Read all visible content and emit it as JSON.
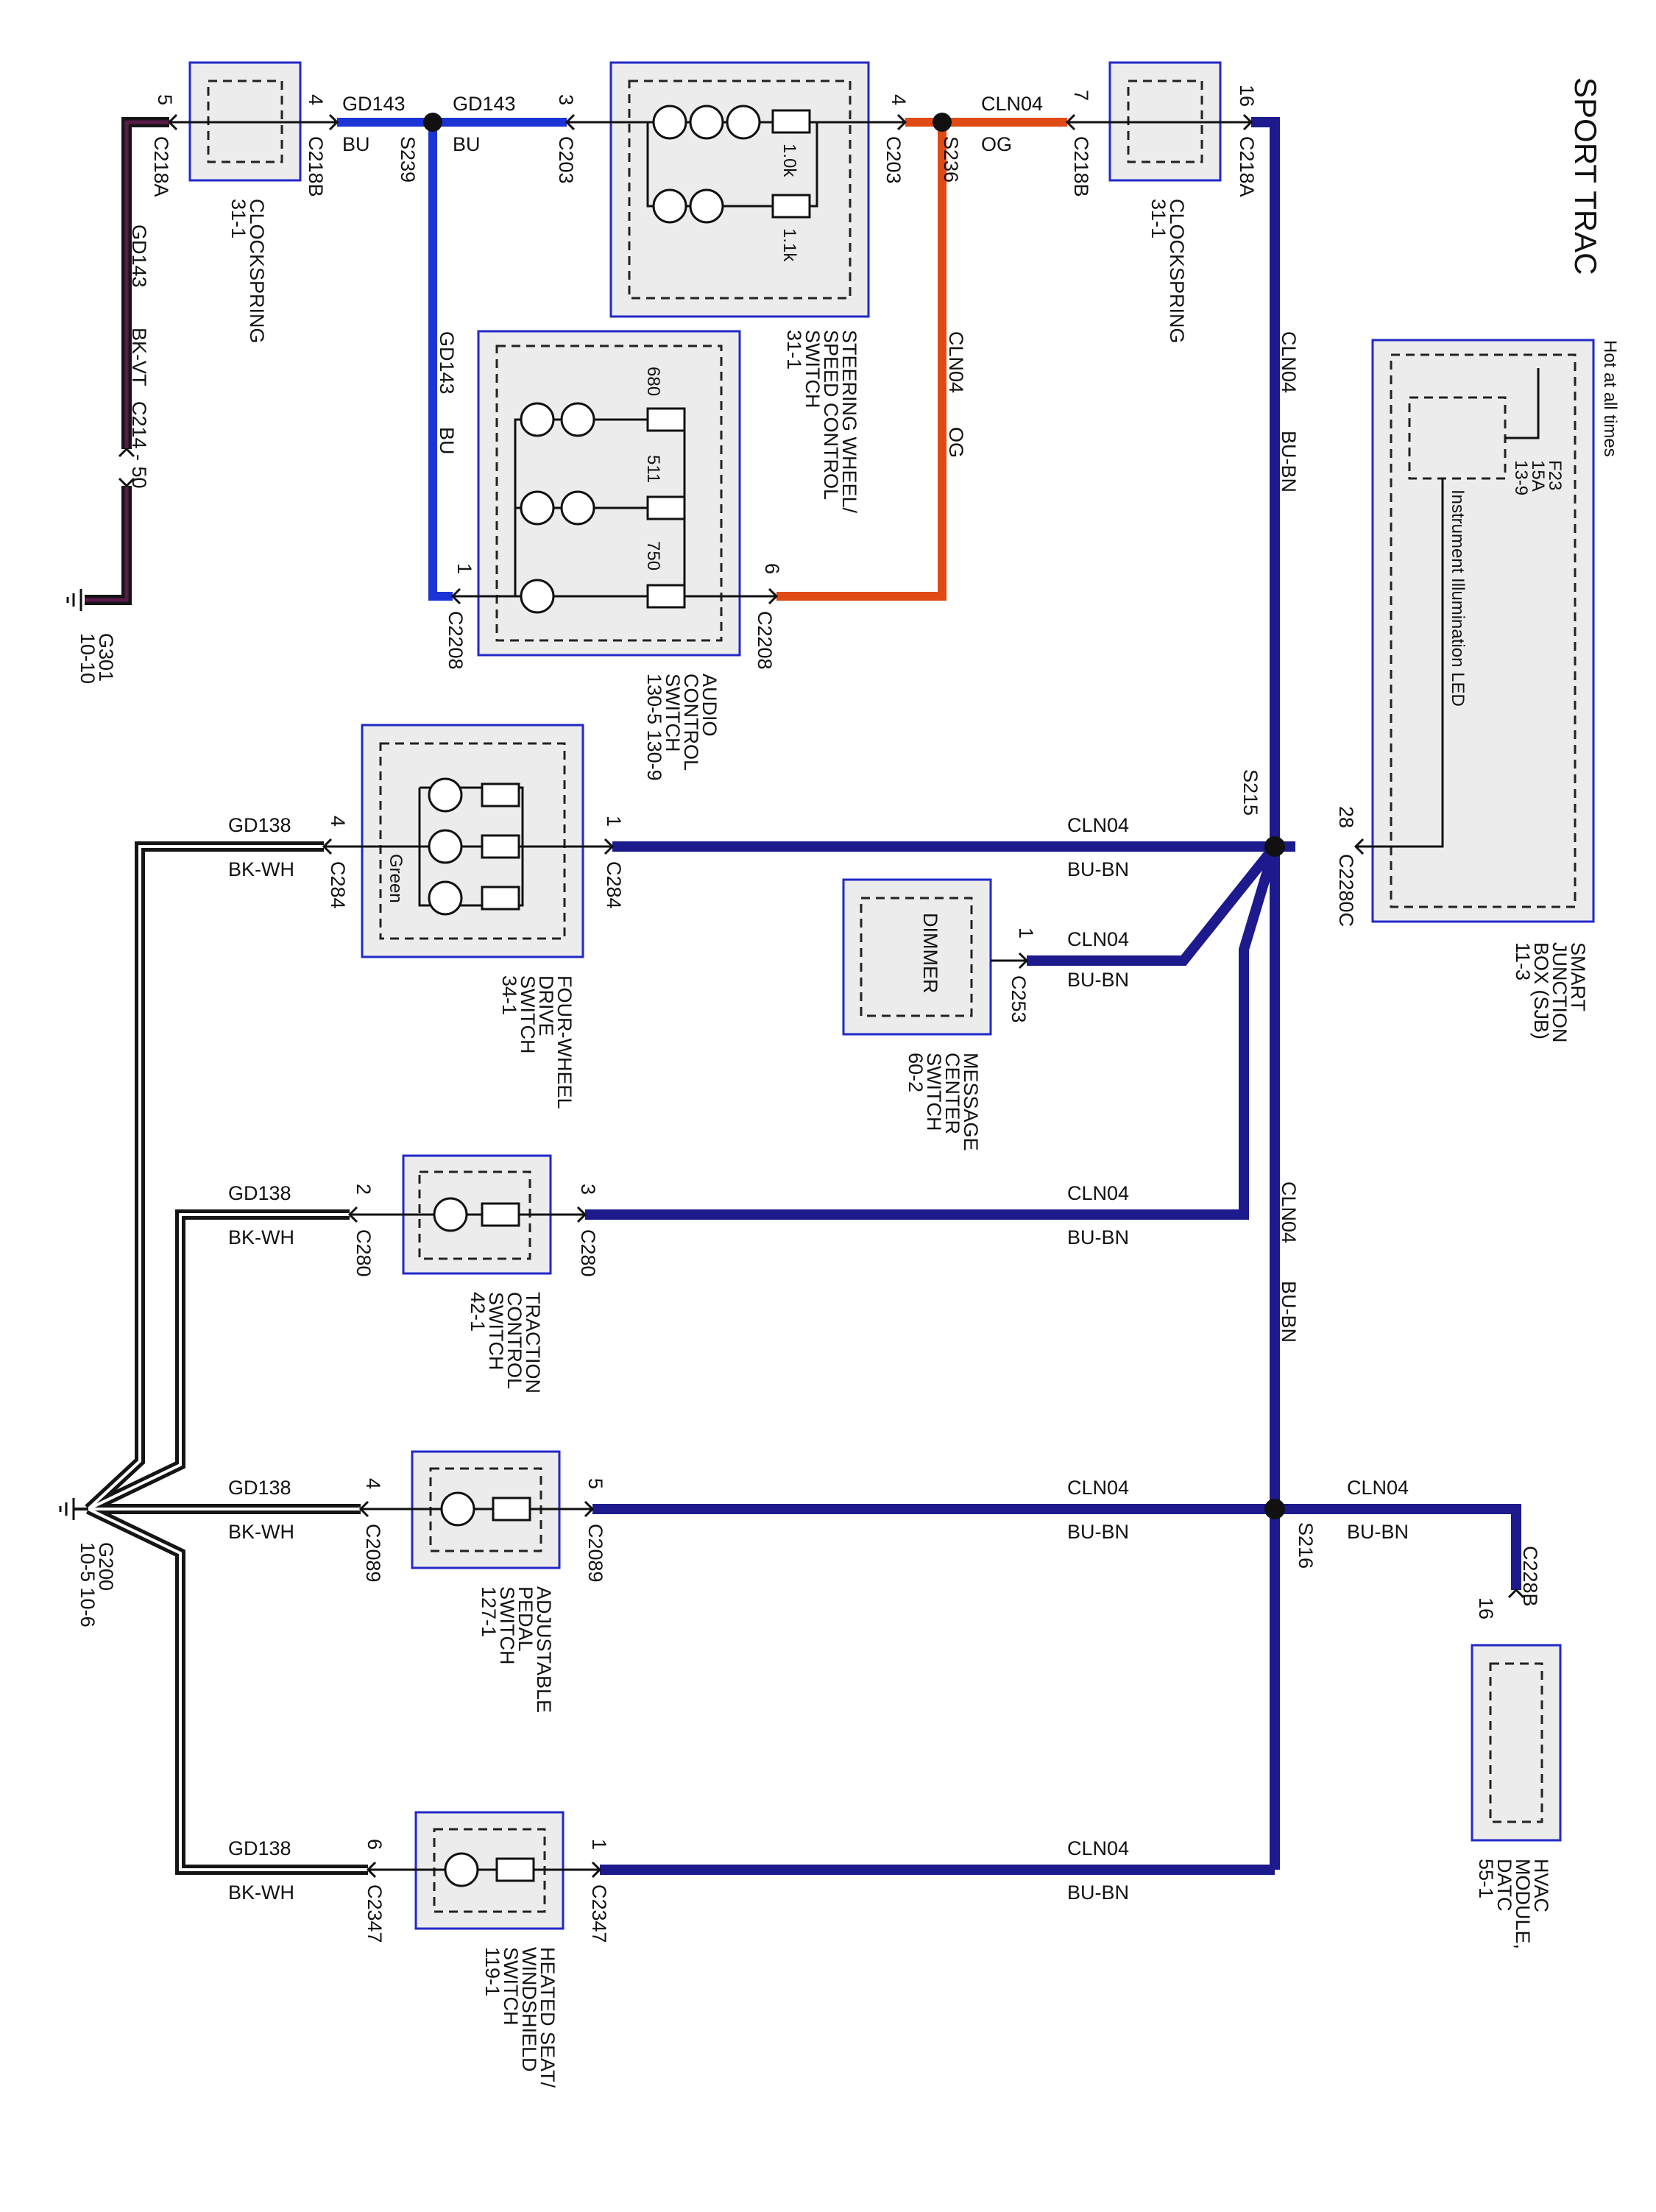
{
  "title": "SPORT TRAC",
  "colors": {
    "bu_bn": "#1c1a8c",
    "bu": "#1b34d6",
    "og": "#e04a14",
    "gd_bk": "#151515",
    "bk_vt": "#5a1a4a",
    "box_border": "#2229c8",
    "box_fill": "#ececec"
  },
  "top": {
    "pins": {
      "p5": "5",
      "p4a": "4",
      "p3": "3",
      "p4b": "4",
      "p7": "7",
      "p16": "16"
    },
    "gd143": "GD143",
    "bu": "BU",
    "cln04": "CLN04",
    "og": "OG",
    "c218a_left": "C218A",
    "c218b_left": "C218B",
    "s239": "S239",
    "c203_left": "C203",
    "c203_right": "C203",
    "s236": "S236",
    "c218b_right": "C218B",
    "c218a_right": "C218A",
    "clockspring_left": [
      "CLOCKSPRING",
      "31-1"
    ],
    "clockspring_right": [
      "CLOCKSPRING",
      "31-1"
    ],
    "steering_switch": [
      "STEERING WHEEL/",
      "SPEED CONTROL",
      "SWITCH",
      "31-1"
    ],
    "res_1": "1.0k",
    "res_2": "1.1k"
  },
  "left_branch": {
    "wire": "GD143",
    "color": "BK-VT",
    "conn": "C214 - 50",
    "ground": "G301",
    "ground_ref": "10-10"
  },
  "audio": {
    "wire": "GD143",
    "color": "BU",
    "wire_og": "CLN04",
    "color_og": "OG",
    "pin1": "1",
    "pin6": "6",
    "c2208_left": "C2208",
    "c2208_right": "C2208",
    "res": [
      "680",
      "511",
      "750"
    ],
    "name": [
      "AUDIO",
      "CONTROL",
      "SWITCH",
      "130-5  130-9"
    ]
  },
  "sjb": {
    "hot": "Hot at all times",
    "fuse": [
      "F23",
      "15A",
      "13-9"
    ],
    "led": "Instrument Illumination LED",
    "name": [
      "SMART",
      "JUNCTION",
      "BOX (SJB)",
      "11-3"
    ],
    "pin": "28",
    "conn": "C2280C"
  },
  "trunk": {
    "wire": "CLN04",
    "color": "BU-BN",
    "s215": "S215",
    "s216": "S216"
  },
  "four_wd": {
    "gd": "GD138",
    "gd_color": "BK-WH",
    "pin_gnd": "4",
    "conn_gnd": "C284",
    "pin_pwr": "1",
    "conn_pwr": "C284",
    "wire": "CLN04",
    "color": "BU-BN",
    "green": "Green",
    "name": [
      "FOUR-WHEEL",
      "DRIVE",
      "SWITCH",
      "34-1"
    ]
  },
  "dimmer": {
    "label": "DIMMER",
    "pin": "1",
    "conn": "C253",
    "wire": "CLN04",
    "color": "BU-BN",
    "name": [
      "MESSAGE",
      "CENTER",
      "SWITCH",
      "60-2"
    ]
  },
  "traction": {
    "gd": "GD138",
    "gd_color": "BK-WH",
    "pin_gnd": "2",
    "conn_gnd": "C280",
    "pin_pwr": "3",
    "conn_pwr": "C280",
    "wire": "CLN04",
    "color": "BU-BN",
    "name": [
      "TRACTION",
      "CONTROL",
      "SWITCH",
      "42-1"
    ]
  },
  "pedal": {
    "gd": "GD138",
    "gd_color": "BK-WH",
    "pin_gnd": "4",
    "conn_gnd": "C2089",
    "pin_pwr": "5",
    "conn_pwr": "C2089",
    "wire": "CLN04",
    "color": "BU-BN",
    "name": [
      "ADJUSTABLE",
      "PEDAL",
      "SWITCH",
      "127-1"
    ]
  },
  "hvac": {
    "wire": "CLN04",
    "color": "BU-BN",
    "pin": "16",
    "conn": "C228B",
    "name": [
      "HVAC",
      "MODULE,",
      "DATC",
      "55-1"
    ]
  },
  "heated": {
    "gd": "GD138",
    "gd_color": "BK-WH",
    "pin_gnd": "6",
    "conn_gnd": "C2347",
    "pin_pwr": "1",
    "conn_pwr": "C2347",
    "wire": "CLN04",
    "color": "BU-BN",
    "name": [
      "HEATED SEAT/",
      "WINDSHIELD",
      "SWITCH",
      "119-1"
    ]
  },
  "ground_g200": {
    "id": "G200",
    "refs": "10-5   10-6"
  }
}
